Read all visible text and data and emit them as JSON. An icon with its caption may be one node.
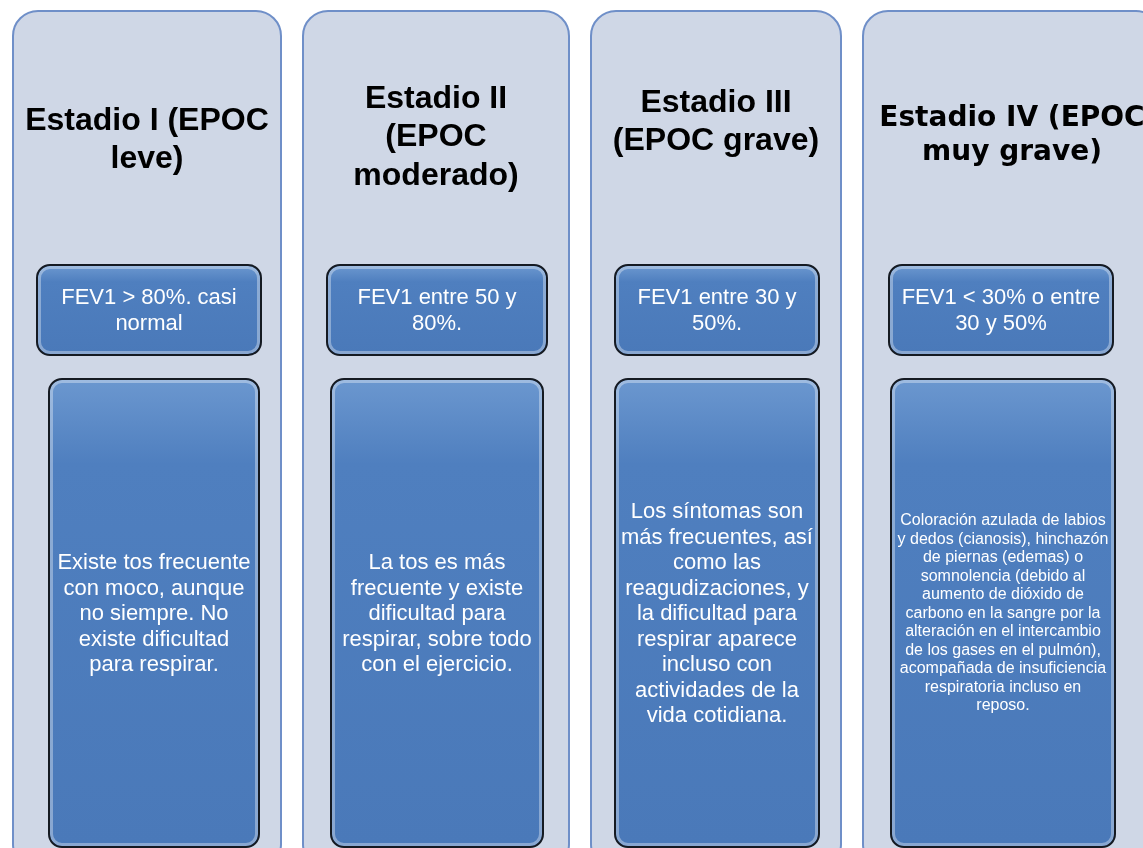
{
  "diagram": {
    "nodes": [
      {
        "text": [
          "Estadio I (EPOC leve)"
        ]
      },
      {
        "text": [
          "FEV1 > 80%. casi normal"
        ],
        "in": 0
      },
      {
        "text": [
          "Existe tos frecuente con moco, aunque no siempre. No existe dificultad para respirar."
        ],
        "in": 0
      },
      {
        "text": [
          "Estadio II (EPOC moderado)"
        ]
      },
      {
        "text": [
          "FEV1 entre 50 y 80%."
        ],
        "in": 3
      },
      {
        "text": [
          "La tos es más frecuente y existe dificultad para respirar, sobre todo con el ejercicio."
        ],
        "in": 3
      },
      {
        "text": [
          "Estadio III (EPOC grave)"
        ]
      },
      {
        "text": [
          "FEV1 entre 30 y 50%."
        ],
        "in": 6
      },
      {
        "text": [
          "Los síntomas son más frecuentes, así como las reagudizaciones, y la dificultad para respirar aparece incluso con actividades de la vida cotidiana."
        ],
        "in": 6
      },
      {
        "text": [
          "Estadio IV (EPOC muy grave)"
        ]
      },
      {
        "text": [
          "FEV1 < 30% o entre 30 y 50%"
        ],
        "in": 9
      },
      {
        "text": [
          "Coloración azulada de labios y dedos (cianosis), hinchazón de piernas (edemas) o somnolencia (debido al aumento de dióxido de carbono en la sangre por la alteración en el intercambio de los gases en el pulmón), acompañada de insuficiencia respiratoria incluso en reposo."
        ],
        "in": 9
      }
    ]
  }
}
